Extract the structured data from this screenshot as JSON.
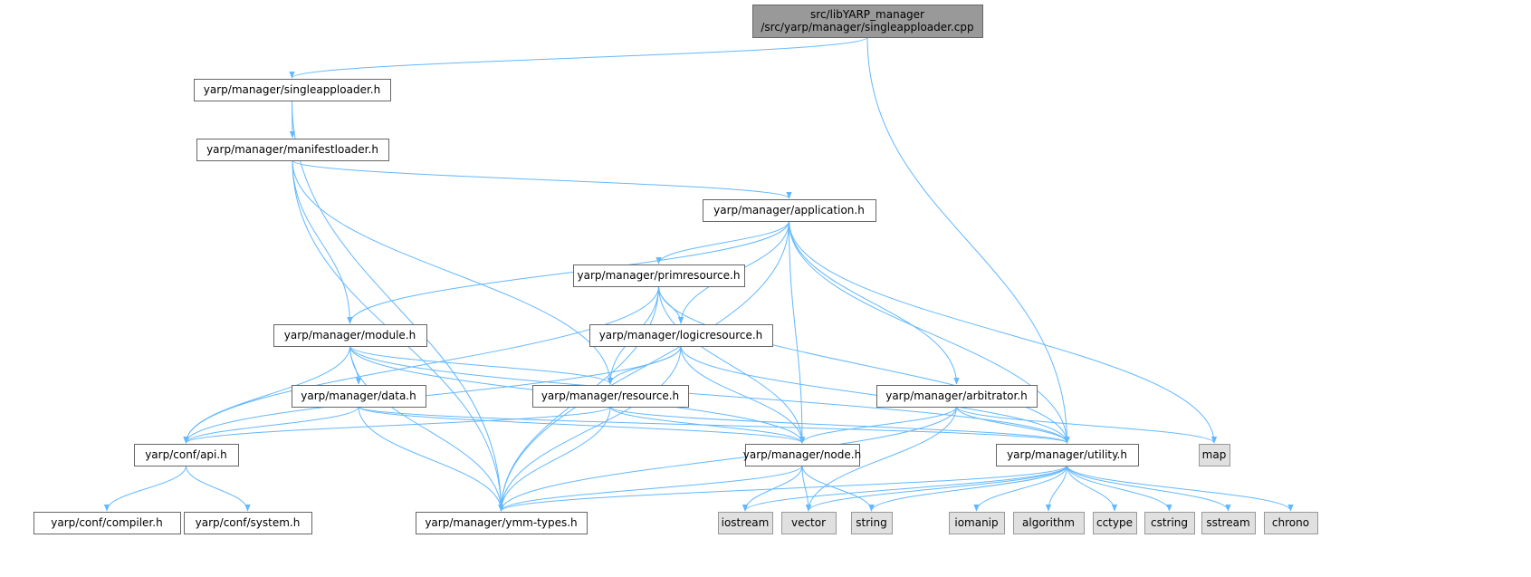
{
  "graph": {
    "nodes": [
      {
        "id": "root",
        "lines": [
          "src/libYARP_manager",
          "/src/yarp/manager/singleapploader.cpp"
        ],
        "kind": "root"
      },
      {
        "id": "singleapploader",
        "lines": [
          "yarp/manager/singleapploader.h"
        ],
        "kind": "header"
      },
      {
        "id": "manifestloader",
        "lines": [
          "yarp/manager/manifestloader.h"
        ],
        "kind": "header"
      },
      {
        "id": "application",
        "lines": [
          "yarp/manager/application.h"
        ],
        "kind": "header"
      },
      {
        "id": "primresource",
        "lines": [
          "yarp/manager/primresource.h"
        ],
        "kind": "header"
      },
      {
        "id": "module",
        "lines": [
          "yarp/manager/module.h"
        ],
        "kind": "header"
      },
      {
        "id": "logicresource",
        "lines": [
          "yarp/manager/logicresource.h"
        ],
        "kind": "header"
      },
      {
        "id": "data",
        "lines": [
          "yarp/manager/data.h"
        ],
        "kind": "header"
      },
      {
        "id": "resource",
        "lines": [
          "yarp/manager/resource.h"
        ],
        "kind": "header"
      },
      {
        "id": "arbitrator",
        "lines": [
          "yarp/manager/arbitrator.h"
        ],
        "kind": "header"
      },
      {
        "id": "api",
        "lines": [
          "yarp/conf/api.h"
        ],
        "kind": "header"
      },
      {
        "id": "node",
        "lines": [
          "yarp/manager/node.h"
        ],
        "kind": "header"
      },
      {
        "id": "utility",
        "lines": [
          "yarp/manager/utility.h"
        ],
        "kind": "header"
      },
      {
        "id": "map",
        "lines": [
          "map"
        ],
        "kind": "sys"
      },
      {
        "id": "compiler",
        "lines": [
          "yarp/conf/compiler.h"
        ],
        "kind": "header"
      },
      {
        "id": "system",
        "lines": [
          "yarp/conf/system.h"
        ],
        "kind": "header"
      },
      {
        "id": "ymmtypes",
        "lines": [
          "yarp/manager/ymm-types.h"
        ],
        "kind": "header"
      },
      {
        "id": "iostream",
        "lines": [
          "iostream"
        ],
        "kind": "sys"
      },
      {
        "id": "vector",
        "lines": [
          "vector"
        ],
        "kind": "sys"
      },
      {
        "id": "string",
        "lines": [
          "string"
        ],
        "kind": "sys"
      },
      {
        "id": "iomanip",
        "lines": [
          "iomanip"
        ],
        "kind": "sys"
      },
      {
        "id": "algorithm",
        "lines": [
          "algorithm"
        ],
        "kind": "sys"
      },
      {
        "id": "cctype",
        "lines": [
          "cctype"
        ],
        "kind": "sys"
      },
      {
        "id": "cstring",
        "lines": [
          "cstring"
        ],
        "kind": "sys"
      },
      {
        "id": "sstream",
        "lines": [
          "sstream"
        ],
        "kind": "sys"
      },
      {
        "id": "chrono",
        "lines": [
          "chrono"
        ],
        "kind": "sys"
      }
    ],
    "edges": [
      [
        "root",
        "singleapploader"
      ],
      [
        "root",
        "utility"
      ],
      [
        "singleapploader",
        "manifestloader"
      ],
      [
        "singleapploader",
        "ymmtypes"
      ],
      [
        "manifestloader",
        "application"
      ],
      [
        "manifestloader",
        "module"
      ],
      [
        "manifestloader",
        "resource"
      ],
      [
        "manifestloader",
        "ymmtypes"
      ],
      [
        "application",
        "primresource"
      ],
      [
        "application",
        "logicresource"
      ],
      [
        "application",
        "module"
      ],
      [
        "application",
        "node"
      ],
      [
        "application",
        "arbitrator"
      ],
      [
        "application",
        "utility"
      ],
      [
        "application",
        "map"
      ],
      [
        "application",
        "ymmtypes"
      ],
      [
        "primresource",
        "logicresource"
      ],
      [
        "primresource",
        "resource"
      ],
      [
        "primresource",
        "node"
      ],
      [
        "primresource",
        "utility"
      ],
      [
        "primresource",
        "api"
      ],
      [
        "primresource",
        "ymmtypes"
      ],
      [
        "module",
        "data"
      ],
      [
        "module",
        "resource"
      ],
      [
        "module",
        "node"
      ],
      [
        "module",
        "utility"
      ],
      [
        "module",
        "api"
      ],
      [
        "module",
        "ymmtypes"
      ],
      [
        "logicresource",
        "resource"
      ],
      [
        "logicresource",
        "node"
      ],
      [
        "logicresource",
        "utility"
      ],
      [
        "logicresource",
        "api"
      ],
      [
        "logicresource",
        "ymmtypes"
      ],
      [
        "data",
        "api"
      ],
      [
        "data",
        "node"
      ],
      [
        "data",
        "utility"
      ],
      [
        "data",
        "ymmtypes"
      ],
      [
        "resource",
        "api"
      ],
      [
        "resource",
        "node"
      ],
      [
        "resource",
        "utility"
      ],
      [
        "resource",
        "ymmtypes"
      ],
      [
        "arbitrator",
        "node"
      ],
      [
        "arbitrator",
        "utility"
      ],
      [
        "arbitrator",
        "map"
      ],
      [
        "arbitrator",
        "vector"
      ],
      [
        "arbitrator",
        "ymmtypes"
      ],
      [
        "api",
        "compiler"
      ],
      [
        "api",
        "system"
      ],
      [
        "node",
        "ymmtypes"
      ],
      [
        "node",
        "iostream"
      ],
      [
        "node",
        "vector"
      ],
      [
        "node",
        "string"
      ],
      [
        "utility",
        "ymmtypes"
      ],
      [
        "utility",
        "iostream"
      ],
      [
        "utility",
        "vector"
      ],
      [
        "utility",
        "string"
      ],
      [
        "utility",
        "iomanip"
      ],
      [
        "utility",
        "algorithm"
      ],
      [
        "utility",
        "cctype"
      ],
      [
        "utility",
        "cstring"
      ],
      [
        "utility",
        "sstream"
      ],
      [
        "utility",
        "chrono"
      ]
    ]
  },
  "colors": {
    "edge": "#63b8ff",
    "root_fill": "#999999",
    "sys_fill": "#e0e0e0"
  }
}
